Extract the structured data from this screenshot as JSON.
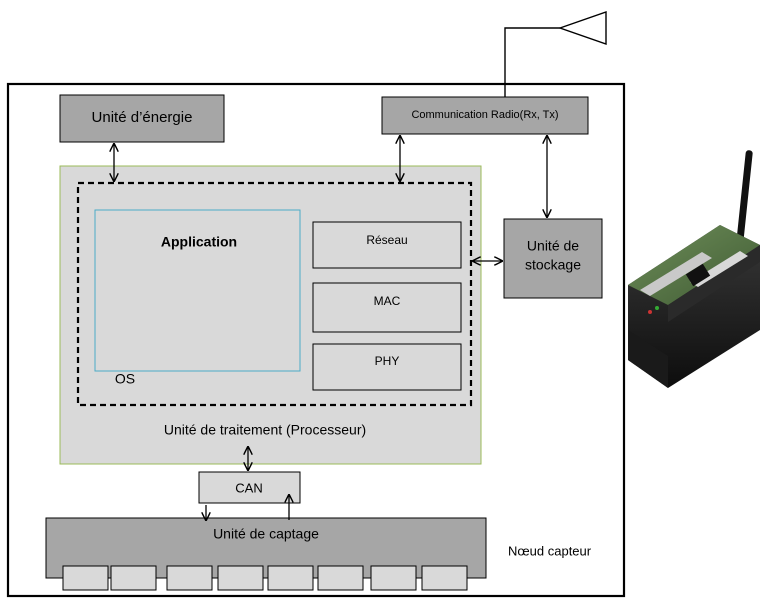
{
  "diagram": {
    "energy_unit": "Unité d’énergie",
    "radio_unit": "Communication Radio(Rx, Tx)",
    "storage_unit_line1": "Unité de",
    "storage_unit_line2": "stockage",
    "application": "Application",
    "os": "OS",
    "network_layer": "Réseau",
    "mac_layer": "MAC",
    "phy_layer": "PHY",
    "processing_unit": "Unité de traitement (Processeur)",
    "can": "CAN",
    "sensing_unit": "Unité de captage",
    "sensor_node": "Nœud capteur",
    "sensor_ports_count": 8
  },
  "photo": {
    "subject": "sensor-node-hardware-photo"
  },
  "colors": {
    "unit_fill": "#a6a6a6",
    "processor_fill": "#d9d9d9",
    "processor_border": "#9bbb59",
    "application_border": "#4bacc6",
    "layer_fill": "#d9d9d9",
    "outline": "#000000"
  }
}
